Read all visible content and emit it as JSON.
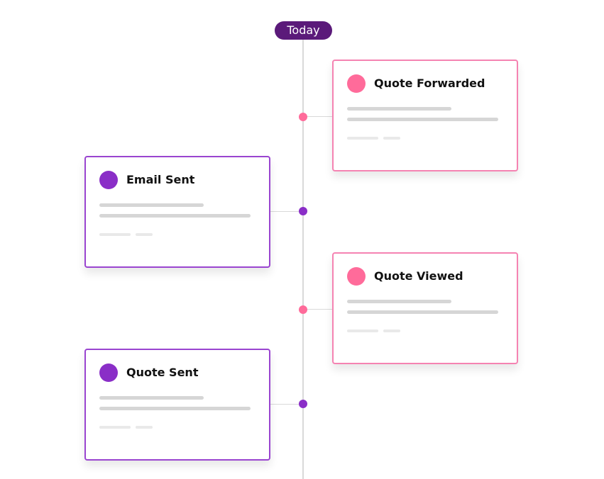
{
  "timeline": {
    "today_label": "Today",
    "colors": {
      "pink": "#ff6b9a",
      "purple": "#8a2ec7",
      "today_bg": "#5b1a7a",
      "axis": "#d9d9d9"
    },
    "events": [
      {
        "title": "Quote Forwarded",
        "side": "right",
        "color": "pink"
      },
      {
        "title": "Email Sent",
        "side": "left",
        "color": "purple"
      },
      {
        "title": "Quote Viewed",
        "side": "right",
        "color": "pink"
      },
      {
        "title": "Quote Sent",
        "side": "left",
        "color": "purple"
      }
    ]
  }
}
